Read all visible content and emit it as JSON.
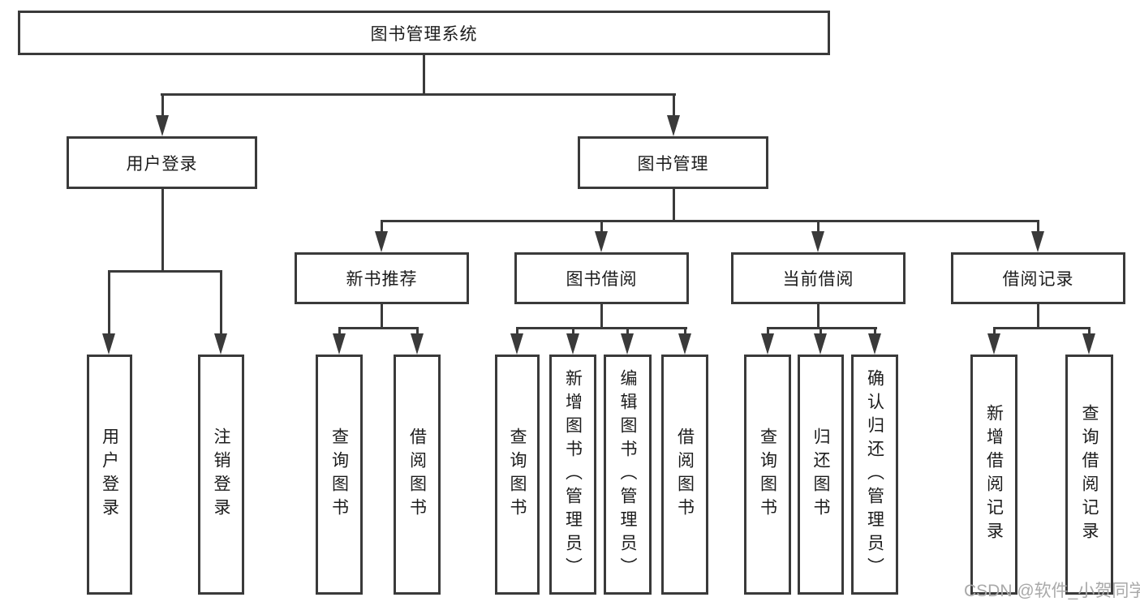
{
  "tree": {
    "root": {
      "label": "图书管理系统"
    },
    "login": {
      "label": "用户登录",
      "children": [
        {
          "label": "用户登录"
        },
        {
          "label": "注销登录"
        }
      ]
    },
    "management": {
      "label": "图书管理",
      "sections": [
        {
          "label": "新书推荐",
          "children": [
            {
              "label": "查询图书"
            },
            {
              "label": "借阅图书"
            }
          ]
        },
        {
          "label": "图书借阅",
          "children": [
            {
              "label": "查询图书"
            },
            {
              "label": "新增图书（管理员）"
            },
            {
              "label": "编辑图书（管理员）"
            },
            {
              "label": "借阅图书"
            }
          ]
        },
        {
          "label": "当前借阅",
          "children": [
            {
              "label": "查询图书"
            },
            {
              "label": "归还图书"
            },
            {
              "label": "确认归还（管理员）"
            }
          ]
        },
        {
          "label": "借阅记录",
          "children": [
            {
              "label": "新增借阅记录"
            },
            {
              "label": "查询借阅记录"
            }
          ]
        }
      ]
    }
  },
  "watermark": {
    "text": "CSDN @软件_小贺同学"
  },
  "colors": {
    "line": "#3a3a3a",
    "text": "#1c1c1c",
    "watermark": "#a9a9a9",
    "background": "#ffffff"
  }
}
